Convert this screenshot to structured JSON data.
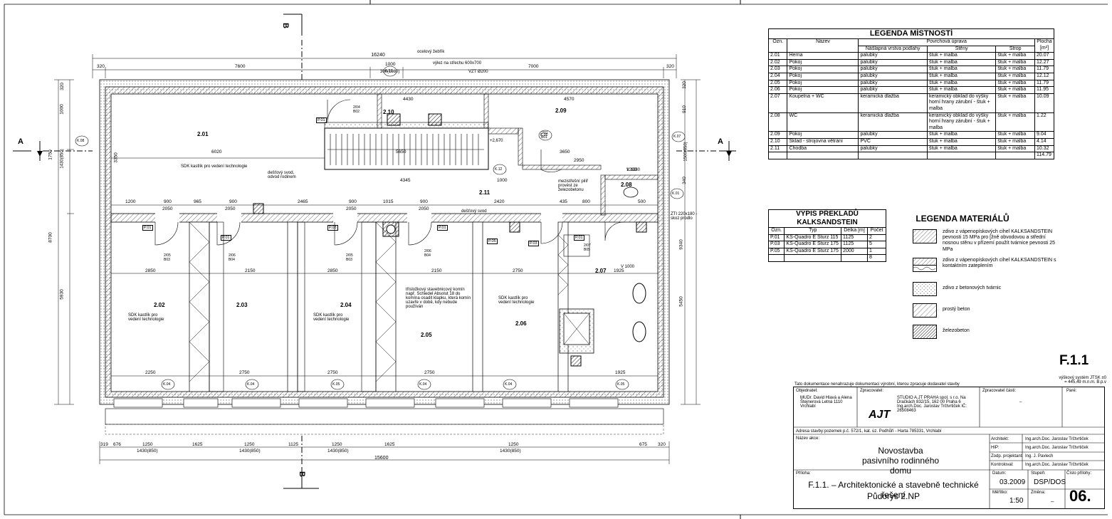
{
  "plan": {
    "total_dim_top": "16240",
    "total_dim_bottom": "15600",
    "dim_top": [
      "320",
      "7600",
      "1000",
      "7000",
      "320"
    ],
    "dim_top_sub": "300(1980)",
    "ladder_label": "ocelový žebřík",
    "roof_hatch_label": "výlez na střechu 600x700",
    "vzt_label": "VZT Ø200",
    "dim_right": [
      "320",
      "910",
      "1500(850)",
      "340",
      "9340",
      "5450"
    ],
    "dim_left": [
      "320",
      "1000",
      "1750",
      "1430(850)",
      "8700",
      "5930",
      "3350"
    ],
    "section_a_left": "A",
    "section_a_right": "A",
    "section_b": "B",
    "bottom_dims": [
      "319",
      "676",
      "1250",
      "1625",
      "1250",
      "1125",
      "1250",
      "1625",
      "1250",
      "675",
      "320"
    ],
    "bottom_dims2": [
      "1430(850)",
      "1430(850)",
      "1430(850)",
      "1430(850)"
    ],
    "rooms": [
      {
        "code": "2.01"
      },
      {
        "code": "2.02"
      },
      {
        "code": "2.03"
      },
      {
        "code": "2.04"
      },
      {
        "code": "2.05"
      },
      {
        "code": "2.06"
      },
      {
        "code": "2.07"
      },
      {
        "code": "2.08"
      },
      {
        "code": "2.09"
      },
      {
        "code": "2.10"
      },
      {
        "code": "2.11"
      }
    ],
    "room_dims": [
      "6020",
      "5650",
      "3650",
      "4345",
      "2950",
      "4570",
      "4430",
      "2420",
      "1000",
      "1280"
    ],
    "interior_dims": [
      "1200",
      "900",
      "965",
      "900",
      "2465",
      "900",
      "1015",
      "900",
      "435",
      "800",
      "500"
    ],
    "interior_dims2": [
      "2050",
      "2050",
      "2050",
      "2050"
    ],
    "lower_dims": [
      "2850",
      "2150",
      "2850",
      "2150",
      "2750",
      "1925"
    ],
    "bottom_room_dims": [
      "2250",
      "2750",
      "2750",
      "2750",
      "1925"
    ],
    "sdk_note": "SDK kastlík pro vedení technologie",
    "sdk_note2": "SDK kastlík pro vedení technologie",
    "sdk_note3": "SDK kastlík pro vedení technologie",
    "sdk_note4": "SDK kastlík pro vedení technologie",
    "rain_note": "dešťový svod, odvod rodinem",
    "rain_note2": "dešťový svod",
    "pillar_note": "mezistřešní pilíř provést ze železobetonu",
    "chimney_note": "třísložkový stavebnicový komín např. Schiedel Absolut 18 do komína osadit klapku, která komín uzavře v době, kdy nebude používán",
    "zti_note": "ZTI 220x180 - skoz prodlo",
    "k_markers": [
      "K.03",
      "K.05",
      "K.07",
      "K.01",
      "K.04",
      "K.04",
      "K.05",
      "K.04",
      "K.04",
      "K.05",
      "K.12",
      "K.08"
    ],
    "door_codes": [
      "P.01",
      "P.01",
      "P.03",
      "P.01",
      "P.03",
      "P.01",
      "P.05",
      "P.01"
    ],
    "window_codes": [
      "2/05 B03",
      "2/06 B04",
      "2/05 B03",
      "2/06 B04",
      "2/05 B03",
      "2/07 B05",
      "2/04 B02",
      "2/01 B01"
    ],
    "level_mark": "+2,670",
    "v_marks": [
      "V 1280",
      "V 1000"
    ]
  },
  "room_legend": {
    "title": "LEGENDA MÍSTNOSTÍ",
    "headers": {
      "code": "Ozn.",
      "name": "Název",
      "finish": "Povrchová úprava",
      "area": "Plocha [m²]",
      "floor": "Nášlapná vrstva podlahy",
      "walls": "Stěny",
      "ceiling": "Strop"
    },
    "rows": [
      {
        "code": "2.01",
        "name": "Herna",
        "floor": "palubky",
        "walls": "štuk + malba",
        "ceiling": "štuk + malba",
        "area": "20.07"
      },
      {
        "code": "2.02",
        "name": "Pokoj",
        "floor": "palubky",
        "walls": "štuk + malba",
        "ceiling": "štuk + malba",
        "area": "12.27"
      },
      {
        "code": "2.03",
        "name": "Pokoj",
        "floor": "palubky",
        "walls": "štuk + malba",
        "ceiling": "štuk + malba",
        "area": "11.79"
      },
      {
        "code": "2.04",
        "name": "Pokoj",
        "floor": "palubky",
        "walls": "štuk + malba",
        "ceiling": "štuk + malba",
        "area": "12.12"
      },
      {
        "code": "2.05",
        "name": "Pokoj",
        "floor": "palubky",
        "walls": "štuk + malba",
        "ceiling": "štuk + malba",
        "area": "11.79"
      },
      {
        "code": "2.06",
        "name": "Pokoj",
        "floor": "palubky",
        "walls": "štuk + malba",
        "ceiling": "štuk + malba",
        "area": "11.95"
      },
      {
        "code": "2.07",
        "name": "Koupelna + WC",
        "floor": "keramická dlažba",
        "walls": "keramický obklad do výšky horní hrany zárubní - štuk + malba",
        "ceiling": "štuk + malba",
        "area": "10.09"
      },
      {
        "code": "2.08",
        "name": "WC",
        "floor": "keramická dlažba",
        "walls": "keramický obklad do výšky horní hrany zárubní - štuk + malba",
        "ceiling": "štuk + malba",
        "area": "1.22"
      },
      {
        "code": "2.09",
        "name": "Pokoj",
        "floor": "palubky",
        "walls": "štuk + malba",
        "ceiling": "štuk + malba",
        "area": "9.04"
      },
      {
        "code": "2.10",
        "name": "Sklad - strojovna větrání",
        "floor": "PVC",
        "walls": "štuk + malba",
        "ceiling": "štuk + malba",
        "area": "4.14"
      },
      {
        "code": "2.11",
        "name": "Chodba",
        "floor": "palubky",
        "walls": "štuk + malba",
        "ceiling": "štuk + malba",
        "area": "10.32"
      }
    ],
    "total": "114.79"
  },
  "lintel_legend": {
    "title": "VÝPIS PŘEKLADŮ KALKSANDSTEIN",
    "headers": {
      "code": "Ozn.",
      "type": "Typ",
      "length": "Délka [m]",
      "count": "Počet"
    },
    "rows": [
      {
        "code": "P.01",
        "type": "KS-Quadro E Sturz 115",
        "length": "1125",
        "count": "2"
      },
      {
        "code": "P.03",
        "type": "KS-Quadro E Sturz 175",
        "length": "1125",
        "count": "5"
      },
      {
        "code": "P.05",
        "type": "KS-Quadro E Sturz 175",
        "length": "2000",
        "count": "1"
      }
    ],
    "total": "8"
  },
  "material_legend": {
    "title": "LEGENDA MATERIÁLŮ",
    "items": [
      {
        "text": "zdivo z vápenopískových cihel KALKSANDSTEIN pevnosti 15 MPa pro [žně obvodovou a střední nosnou stěnu v přízemí použít tvárnice pevnosti 25 MPa"
      },
      {
        "text": "zdivo z vápenopískových cihel KALKSANDSTEIN s kontaktním zateplením"
      },
      {
        "text": "zdivo z betonových tvárnic"
      },
      {
        "text": "prostý beton"
      },
      {
        "text": "železobeton"
      }
    ]
  },
  "title_block": {
    "sheet_code": "F.1.1",
    "height_system": "výškový systém JTSK ±0 = 445,49 m.n.m. B.p.v",
    "note": "Tato dokumentace nenahrazuje dokumentaci výrobní, kterou zpracuje dodavatel stavby",
    "investor_label": "Objednatel:",
    "investor": "MUDr. David Hlavá a Alena Štejnerová Letná 1110 Vrchlabí",
    "designer_label": "Zpracovatel:",
    "designer": "STUDIO A.JT PRAHA spol. s r.o. Na Dračkách 832/15, 162 00 Praha 6 Ing.arch.Doc. Jaroslav Trčtvrtiček IČ: 26508463",
    "stage_label": "Zpracovatel části:",
    "stage_value": "–",
    "address_label": "Adresa stavby:",
    "address": "pozemek p.č. 572/1, kat. úz. Podhůří - Harta 785331, Vrchlabí",
    "project_label": "Název akce:",
    "project": "Novostavba pasivního rodinného domu",
    "architect_label": "Architekt:",
    "architect": "Ing.arch.Doc. Jaroslav Trčtvrtiček",
    "hip_label": "HIP:",
    "hip": "Ing.arch.Doc. Jaroslav Trčtvrtiček",
    "resp_label": "Zodp. projektant:",
    "resp": "Ing. J. Pavlech",
    "check_label": "Kontroloval:",
    "check": "Ing.arch.Doc. Jaroslav Trčtvrtiček",
    "part_label": "Příloha:",
    "drawing_title": "F.1.1. – Architektonické a stavebně technické řešení",
    "drawing_subtitle": "Půdorys 2.NP",
    "date_label": "Datum:",
    "date": "03.2009",
    "stage2_label": "Stupeň:",
    "stage2": "DSP/DOS",
    "no_label": "Číslo přílohy:",
    "number": "06.",
    "scale_label": "Měřítko:",
    "scale": "1:50",
    "format_label": "Změna:",
    "format": "–",
    "logo": "AJT",
    "part2_label": "Paré:"
  }
}
